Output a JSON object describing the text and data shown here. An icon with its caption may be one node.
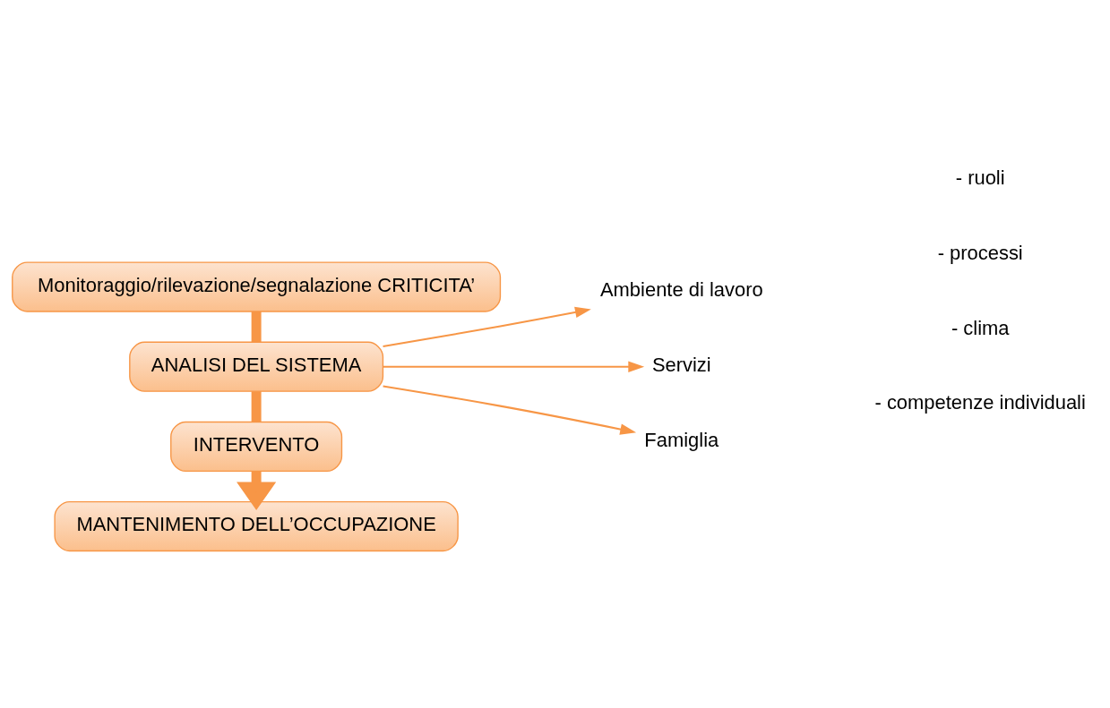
{
  "diagram": {
    "nodes": [
      {
        "text": [
          "Monitoraggio/rilevazione/segnalazione CRITICITA’"
        ]
      },
      {
        "text": [
          "ANALISI DEL SISTEMA"
        ]
      },
      {
        "text": [
          "INTERVENTO"
        ]
      },
      {
        "text": [
          "MANTENIMENTO DELL’OCCUPAZIONE"
        ]
      },
      {
        "text": [
          "Ambiente di lavoro"
        ]
      },
      {
        "text": [
          "Servizi"
        ]
      },
      {
        "text": [
          "Famiglia"
        ]
      }
    ],
    "edges": [
      {
        "from": 0,
        "to": 1,
        "arrow": "none",
        "style": "thick"
      },
      {
        "from": 1,
        "to": 2,
        "arrow": "none",
        "style": "thick"
      },
      {
        "from": 2,
        "to": 3,
        "arrow": "to",
        "style": "thick"
      },
      {
        "from": 1,
        "to": 4,
        "arrow": "to"
      },
      {
        "from": 1,
        "to": 5,
        "arrow": "to"
      },
      {
        "from": 1,
        "to": 6,
        "arrow": "to"
      }
    ],
    "labels": [
      "- ruoli",
      "- processi",
      "- clima",
      "- competenze individuali"
    ]
  }
}
